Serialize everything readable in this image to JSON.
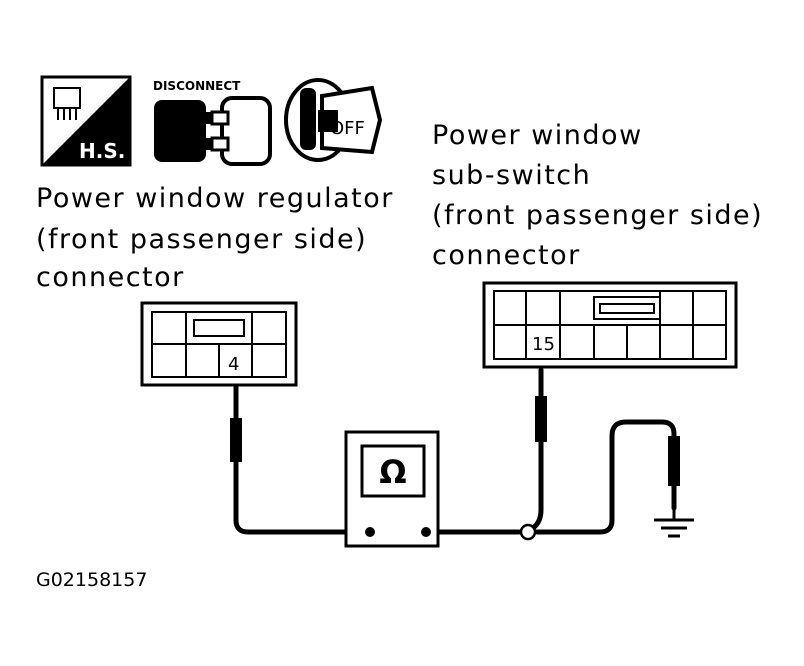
{
  "icons": {
    "hs_label": "H.S.",
    "disconnect_label": "DISCONNECT",
    "key_label": "OFF"
  },
  "regulator_connector": {
    "label_lines": [
      "Power window regulator",
      "(front passenger side)",
      "connector"
    ],
    "pin": "4"
  },
  "subswitch_connector": {
    "label_lines": [
      "Power window",
      "sub-switch",
      "(front passenger side)",
      "connector"
    ],
    "pin": "15"
  },
  "meter": {
    "symbol": "Ω"
  },
  "figure_id": "G02158157"
}
